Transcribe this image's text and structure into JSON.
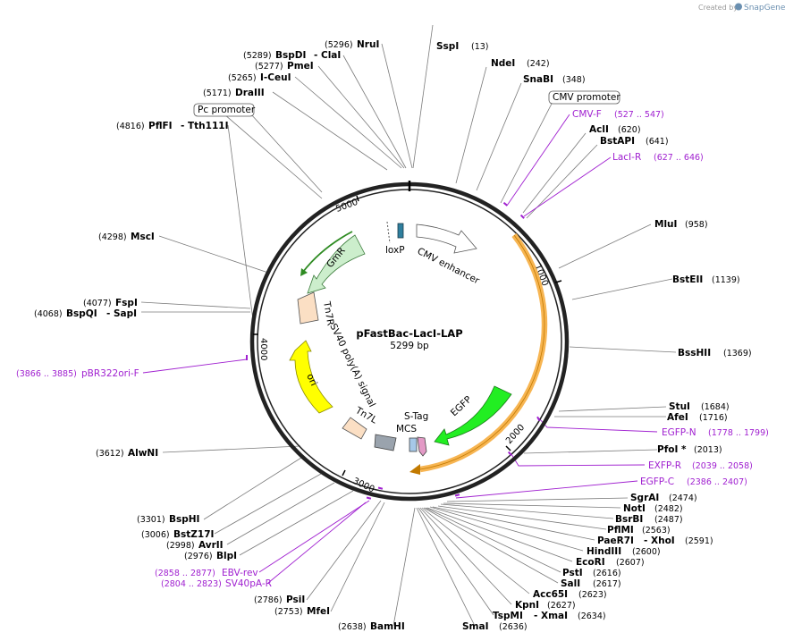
{
  "credit": {
    "prefix": "Created by",
    "brand": "SnapGene"
  },
  "plasmid": {
    "name": "pFastBac-LacI-LAP",
    "size_label": "5299 bp"
  },
  "ticks": [
    "1000",
    "2000",
    "3000",
    "4000",
    "5000"
  ],
  "colors": {
    "backbone": "#222222",
    "primer": "#a020d0",
    "lacI_arrow": "#f7b552",
    "egfp": "#22ee22",
    "sv40": "#ffff00",
    "gmr": "#cceecc",
    "tn7": "#fbdfc4",
    "cmv": "#ffffff",
    "mcs": "#9aa3ad",
    "stag": "#a6c8e8",
    "loxp": "#2f7f9e"
  },
  "features": {
    "loxp": "loxP",
    "cmv_enhancer": "CMV enhancer",
    "gmr": "GmR",
    "tn7r": "Tn7R",
    "ori": "ori",
    "sv40": "SV40 poly(A) signal",
    "tn7l": "Tn7L",
    "mcs": "MCS",
    "stag": "S-Tag",
    "egfp": "EGFP"
  },
  "boxes": {
    "pc_promoter": "Pc promoter",
    "cmv_promoter": "CMV promoter"
  },
  "sites_right": [
    {
      "name": "SspI",
      "pos": "(13)"
    },
    {
      "name": "NdeI",
      "pos": "(242)"
    },
    {
      "name": "SnaBI",
      "pos": "(348)"
    },
    {
      "name": "AclI",
      "pos": "(620)"
    },
    {
      "name": "BstAPI",
      "pos": "(641)"
    },
    {
      "name": "MluI",
      "pos": "(958)"
    },
    {
      "name": "BstEII",
      "pos": "(1139)"
    },
    {
      "name": "BssHII",
      "pos": "(1369)"
    },
    {
      "name": "StuI",
      "pos": "(1684)"
    },
    {
      "name": "AfeI",
      "pos": "(1716)"
    },
    {
      "name": "PfoI *",
      "pos": "(2013)"
    },
    {
      "name": "SgrAI",
      "pos": "(2474)"
    },
    {
      "name": "NotI",
      "pos": "(2482)"
    },
    {
      "name": "BsrBI",
      "pos": "(2487)"
    },
    {
      "name": "PflMI",
      "pos": "(2563)"
    },
    {
      "name": "PaeR7I",
      "name2": "XhoI",
      "pos": "(2591)"
    },
    {
      "name": "HindIII",
      "pos": "(2600)"
    },
    {
      "name": "EcoRI",
      "pos": "(2607)"
    },
    {
      "name": "PstI",
      "pos": "(2616)"
    },
    {
      "name": "SalI",
      "pos": "(2617)"
    },
    {
      "name": "Acc65I",
      "pos": "(2623)"
    },
    {
      "name": "KpnI",
      "pos": "(2627)"
    },
    {
      "name": "TspMI",
      "name2": "XmaI",
      "pos": "(2634)"
    },
    {
      "name": "SmaI",
      "pos": "(2636)"
    }
  ],
  "sites_left": [
    {
      "name": "NruI",
      "pos": "(5296)"
    },
    {
      "name": "BspDI",
      "name2": "ClaI",
      "pos": "(5289)"
    },
    {
      "name": "PmeI",
      "pos": "(5277)"
    },
    {
      "name": "I-CeuI",
      "pos": "(5265)"
    },
    {
      "name": "DraIII",
      "pos": "(5171)"
    },
    {
      "name": "PflFI",
      "name2": "Tth111I",
      "pos": "(4816)"
    },
    {
      "name": "MscI",
      "pos": "(4298)"
    },
    {
      "name": "FspI",
      "pos": "(4077)"
    },
    {
      "name": "BspQI",
      "name2": "SapI",
      "pos": "(4068)"
    },
    {
      "name": "AlwNI",
      "pos": "(3612)"
    },
    {
      "name": "BspHI",
      "pos": "(3301)"
    },
    {
      "name": "BstZ17I",
      "pos": "(3006)"
    },
    {
      "name": "AvrII",
      "pos": "(2998)"
    },
    {
      "name": "BlpI",
      "pos": "(2976)"
    },
    {
      "name": "PsiI",
      "pos": "(2786)"
    },
    {
      "name": "MfeI",
      "pos": "(2753)"
    },
    {
      "name": "BamHI",
      "pos": "(2638)"
    }
  ],
  "primers": [
    {
      "name": "CMV-F",
      "range": "(527 .. 547)"
    },
    {
      "name": "LacI-R",
      "range": "(627 .. 646)"
    },
    {
      "name": "EGFP-N",
      "range": "(1778 .. 1799)"
    },
    {
      "name": "EXFP-R",
      "range": "(2039 .. 2058)"
    },
    {
      "name": "EGFP-C",
      "range": "(2386 .. 2407)"
    },
    {
      "name": "EBV-rev",
      "range": "(2858 .. 2877)"
    },
    {
      "name": "SV40pA-R",
      "range": "(2804 .. 2823)"
    },
    {
      "name": "pBR322ori-F",
      "range": "(3866 .. 3885)"
    }
  ]
}
